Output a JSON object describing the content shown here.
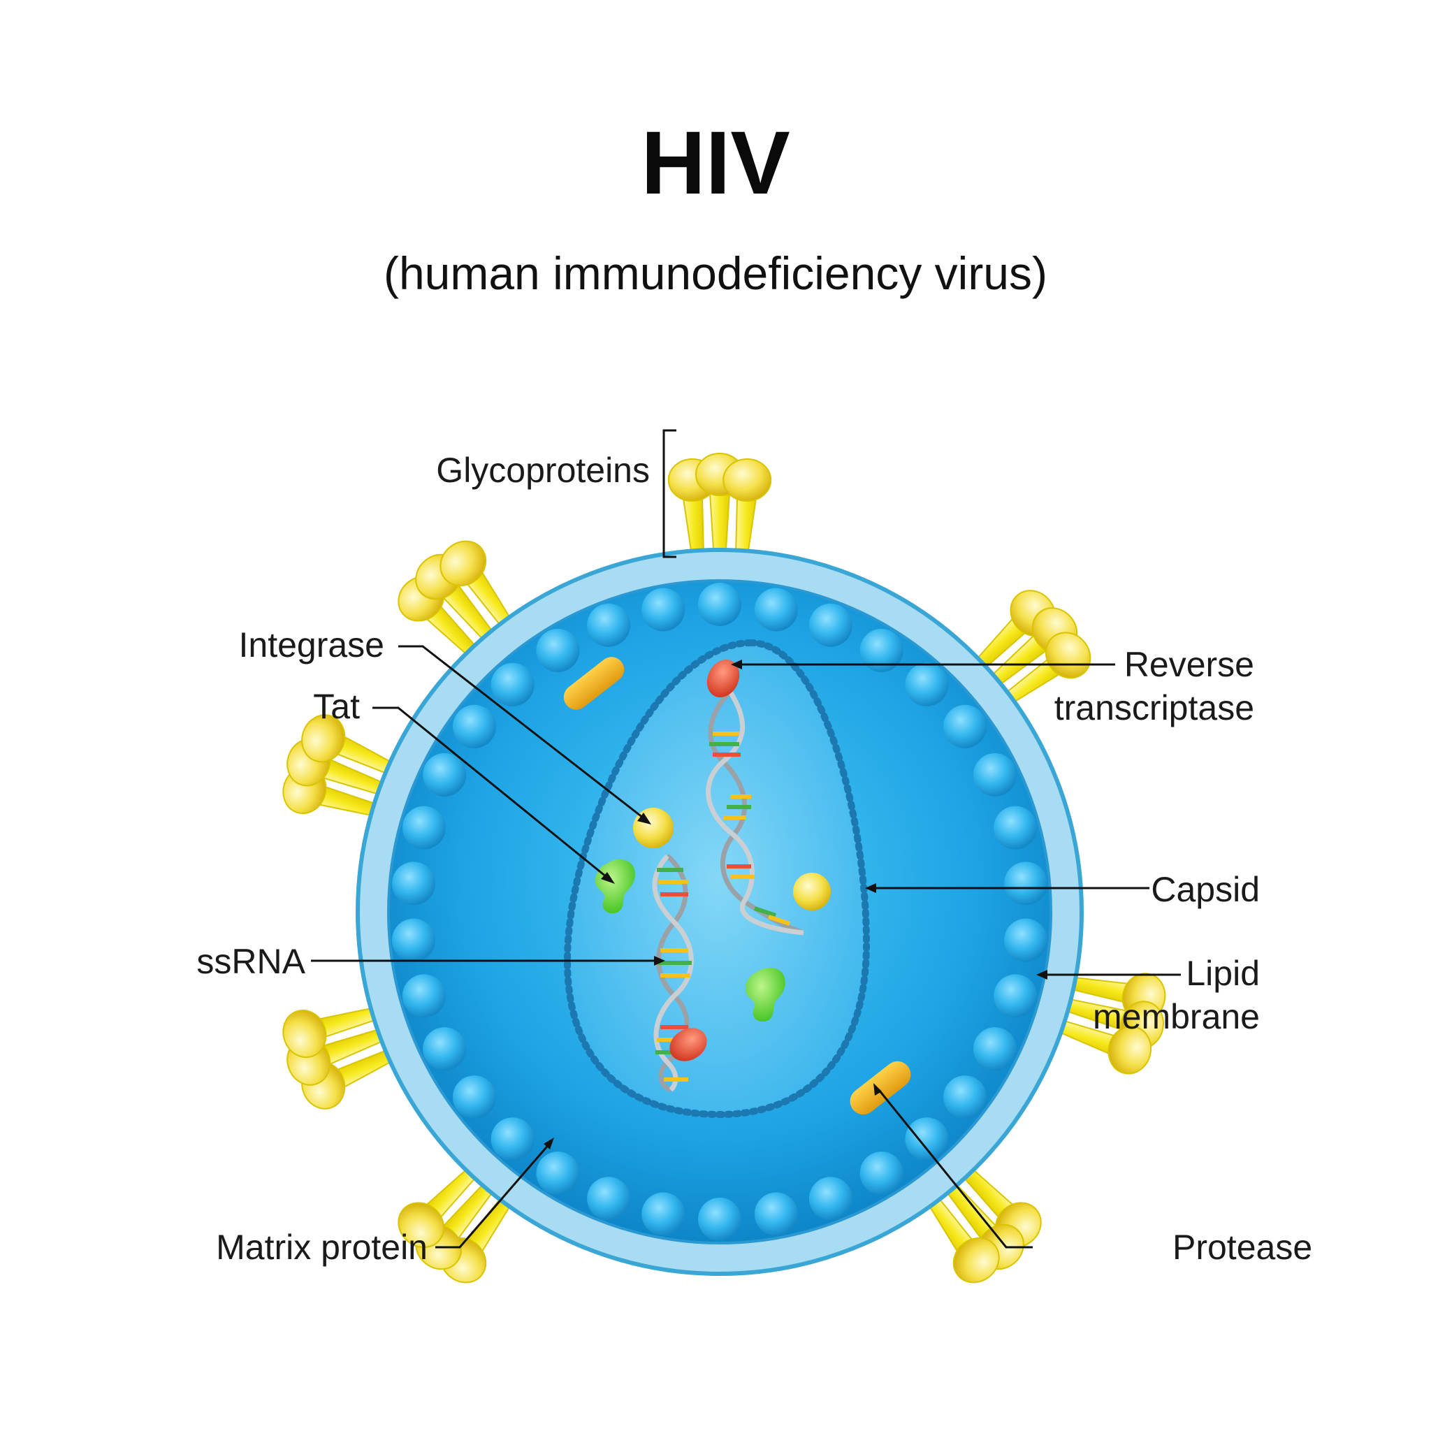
{
  "title": "HIV",
  "subtitle": "(human immunodeficiency virus)",
  "labels": {
    "glycoproteins": "Glycoproteins",
    "integrase": "Integrase",
    "tat": "Tat",
    "ssrna": "ssRNA",
    "matrix_protein": "Matrix protein",
    "reverse_transcriptase_1": "Reverse",
    "reverse_transcriptase_2": "transcriptase",
    "capsid": "Capsid",
    "lipid_membrane_1": "Lipid",
    "lipid_membrane_2": "membrane",
    "protease": "Protease"
  },
  "colors": {
    "membrane": "#a8dcf2",
    "membrane_edge": "#3aa6d6",
    "interior": "#1fa6e6",
    "matrix_ball": "#35b8ee",
    "glycoprotein": "#f5ea1a",
    "protease": "#f2b21a",
    "tat": "#5cd630",
    "integrase": "#f7e25a",
    "reverse_transcriptase": "#e8503a"
  }
}
